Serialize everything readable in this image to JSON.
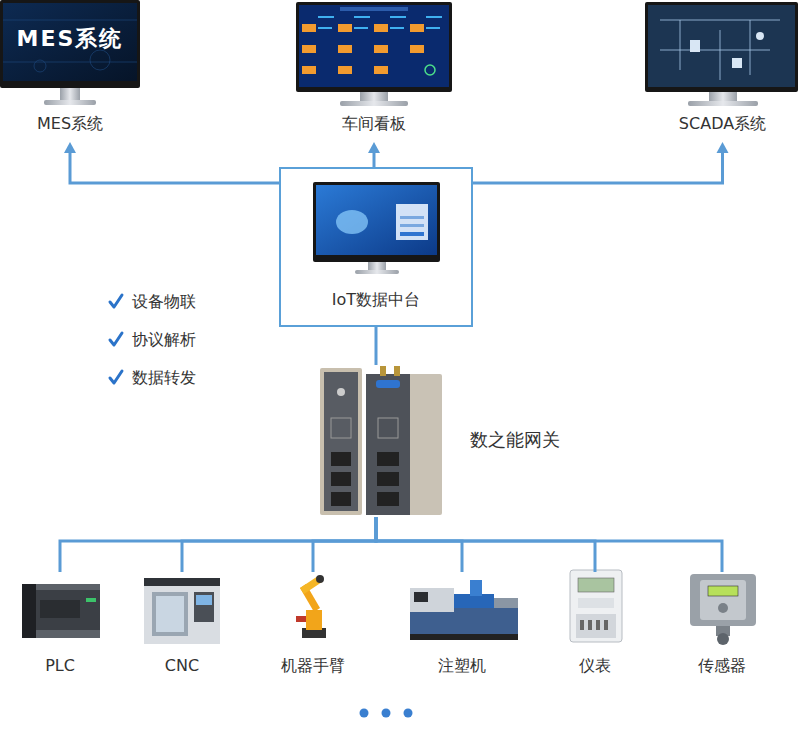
{
  "diagram": {
    "nodes": [
      {
        "text": [
          "MES系统",
          "MES系统"
        ]
      },
      {
        "text": [
          "车间看板"
        ]
      },
      {
        "text": [
          "SCADA系统"
        ]
      },
      {
        "text": [
          "IoT数据中台"
        ]
      },
      {
        "text": [
          "数之能网关"
        ]
      },
      {
        "text": [
          "PLC"
        ]
      },
      {
        "text": [
          "CNC"
        ]
      },
      {
        "text": [
          "机器手臂"
        ]
      },
      {
        "text": [
          "注塑机"
        ]
      },
      {
        "text": [
          "仪表"
        ]
      },
      {
        "text": [
          "传感器"
        ]
      }
    ],
    "edges": [
      {
        "from": 3,
        "to": 0,
        "arrow": "to"
      },
      {
        "from": 3,
        "to": 1,
        "arrow": "to"
      },
      {
        "from": 3,
        "to": 2,
        "arrow": "to"
      },
      {
        "from": 4,
        "to": 3,
        "arrow": "none"
      },
      {
        "from": 4,
        "to": 5,
        "arrow": "none"
      },
      {
        "from": 4,
        "to": 6,
        "arrow": "none"
      },
      {
        "from": 4,
        "to": 7,
        "arrow": "none"
      },
      {
        "from": 4,
        "to": 8,
        "arrow": "none"
      },
      {
        "from": 4,
        "to": 9,
        "arrow": "none"
      },
      {
        "from": 4,
        "to": 10,
        "arrow": "none"
      }
    ],
    "labels": [
      "设备物联",
      "协议解析",
      "数据转发"
    ]
  }
}
